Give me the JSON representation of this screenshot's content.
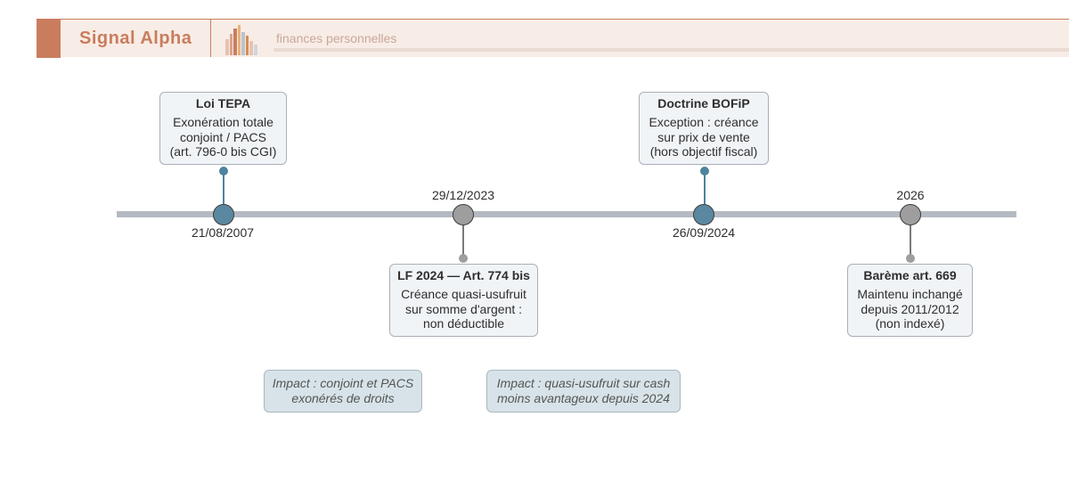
{
  "header": {
    "brand": "Signal Alpha",
    "tagline": "finances personnelles",
    "logo_icon": "bar-chart-logo-icon"
  },
  "colors": {
    "accent": "#c97d5e",
    "timeline_axis": "#b5bac2",
    "highlight_node": "#5a88a0",
    "neutral_node": "#9e9e9e",
    "card_bg": "#f1f4f7",
    "impact_bg": "#d7e3e8"
  },
  "timeline": {
    "events": [
      {
        "date": "21/08/2007",
        "title": "Loi TEPA",
        "lines": [
          "Exonération totale",
          "conjoint / PACS",
          "(art. 796-0 bis CGI)"
        ],
        "style": "highlight"
      },
      {
        "date": "29/12/2023",
        "title": "LF 2024 — Art. 774 bis",
        "lines": [
          "Créance quasi-usufruit",
          "sur somme d'argent :",
          "non déductible"
        ],
        "style": "neutral"
      },
      {
        "date": "26/09/2024",
        "title": "Doctrine BOFiP",
        "lines": [
          "Exception : créance",
          "sur prix de vente",
          "(hors objectif fiscal)"
        ],
        "style": "highlight"
      },
      {
        "date": "2026",
        "title": "Barème art. 669",
        "lines": [
          "Maintenu inchangé",
          "depuis 2011/2012",
          "(non indexé)"
        ],
        "style": "neutral"
      }
    ],
    "impacts": [
      {
        "lines": [
          "Impact : conjoint et PACS",
          "exonérés de droits"
        ]
      },
      {
        "lines": [
          "Impact : quasi-usufruit sur cash",
          "moins avantageux depuis 2024"
        ]
      }
    ]
  }
}
